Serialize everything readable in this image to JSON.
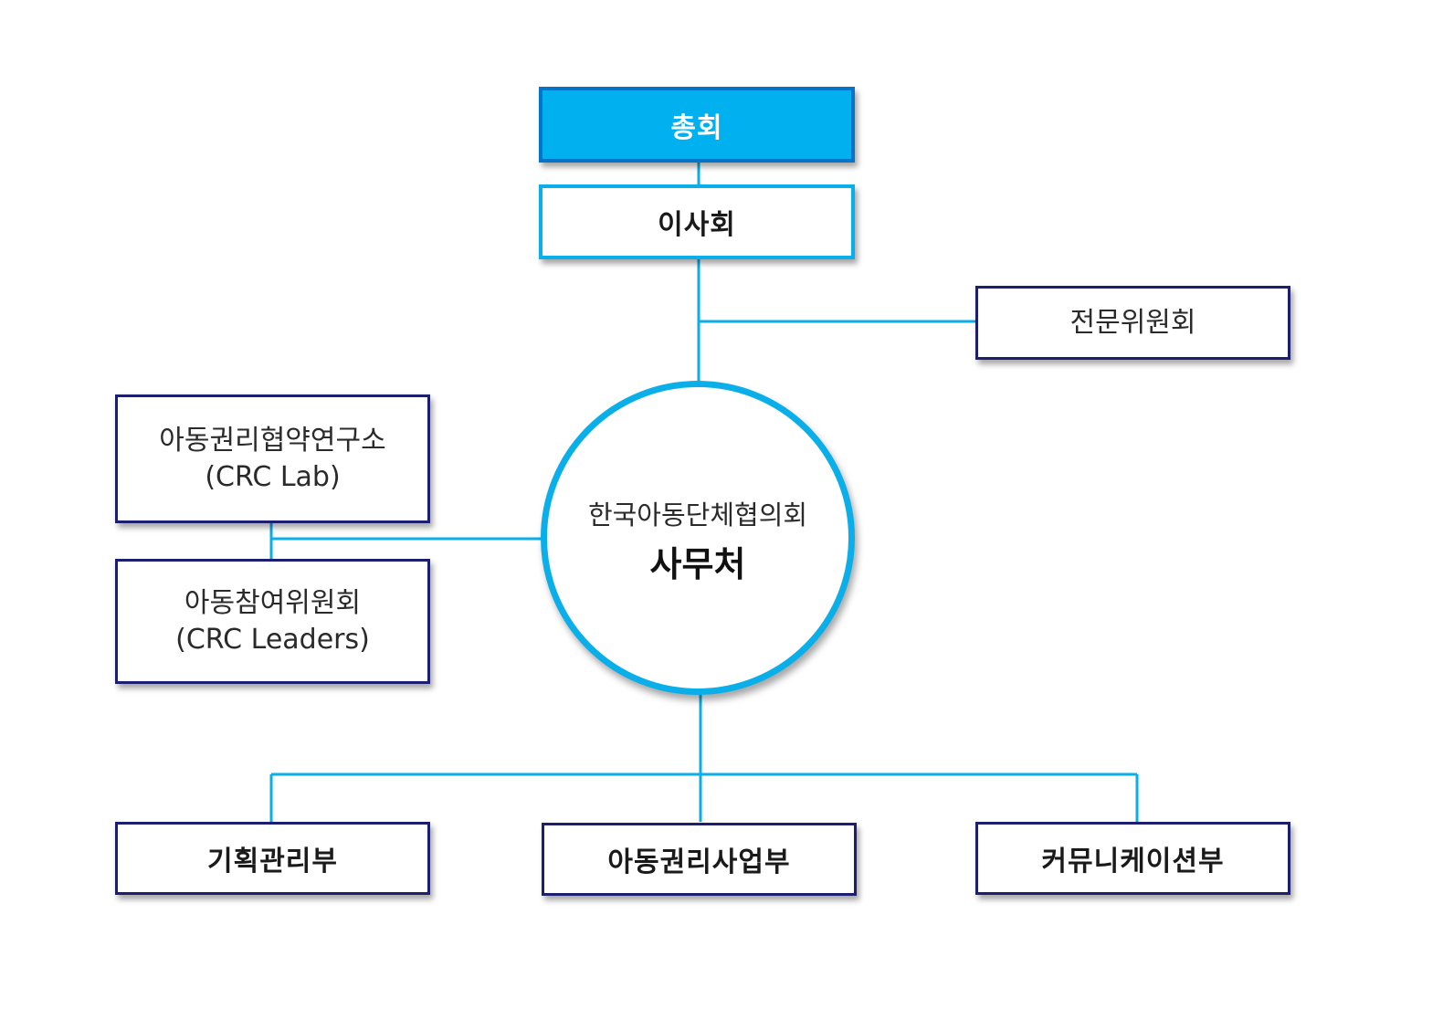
{
  "title": "한국아동단체협의회 조직도",
  "colors": {
    "accent": "#00b0ef",
    "accent_border": "#0075c9",
    "line": "#0aaee8",
    "navy": "#1c1e6e"
  },
  "nodes": {
    "general_assembly": "총회",
    "board": "이사회",
    "expert_committee": "전문위원회",
    "research_lab": {
      "line1": "아동권리협약연구소",
      "line2": "(CRC Lab)"
    },
    "child_committee": {
      "line1": "아동참여위원회",
      "line2": "(CRC Leaders)"
    },
    "secretariat": {
      "org_name": "한국아동단체협의회",
      "label": "사무처"
    },
    "departments": [
      "기획관리부",
      "아동권리사업부",
      "커뮤니케이션부"
    ]
  }
}
